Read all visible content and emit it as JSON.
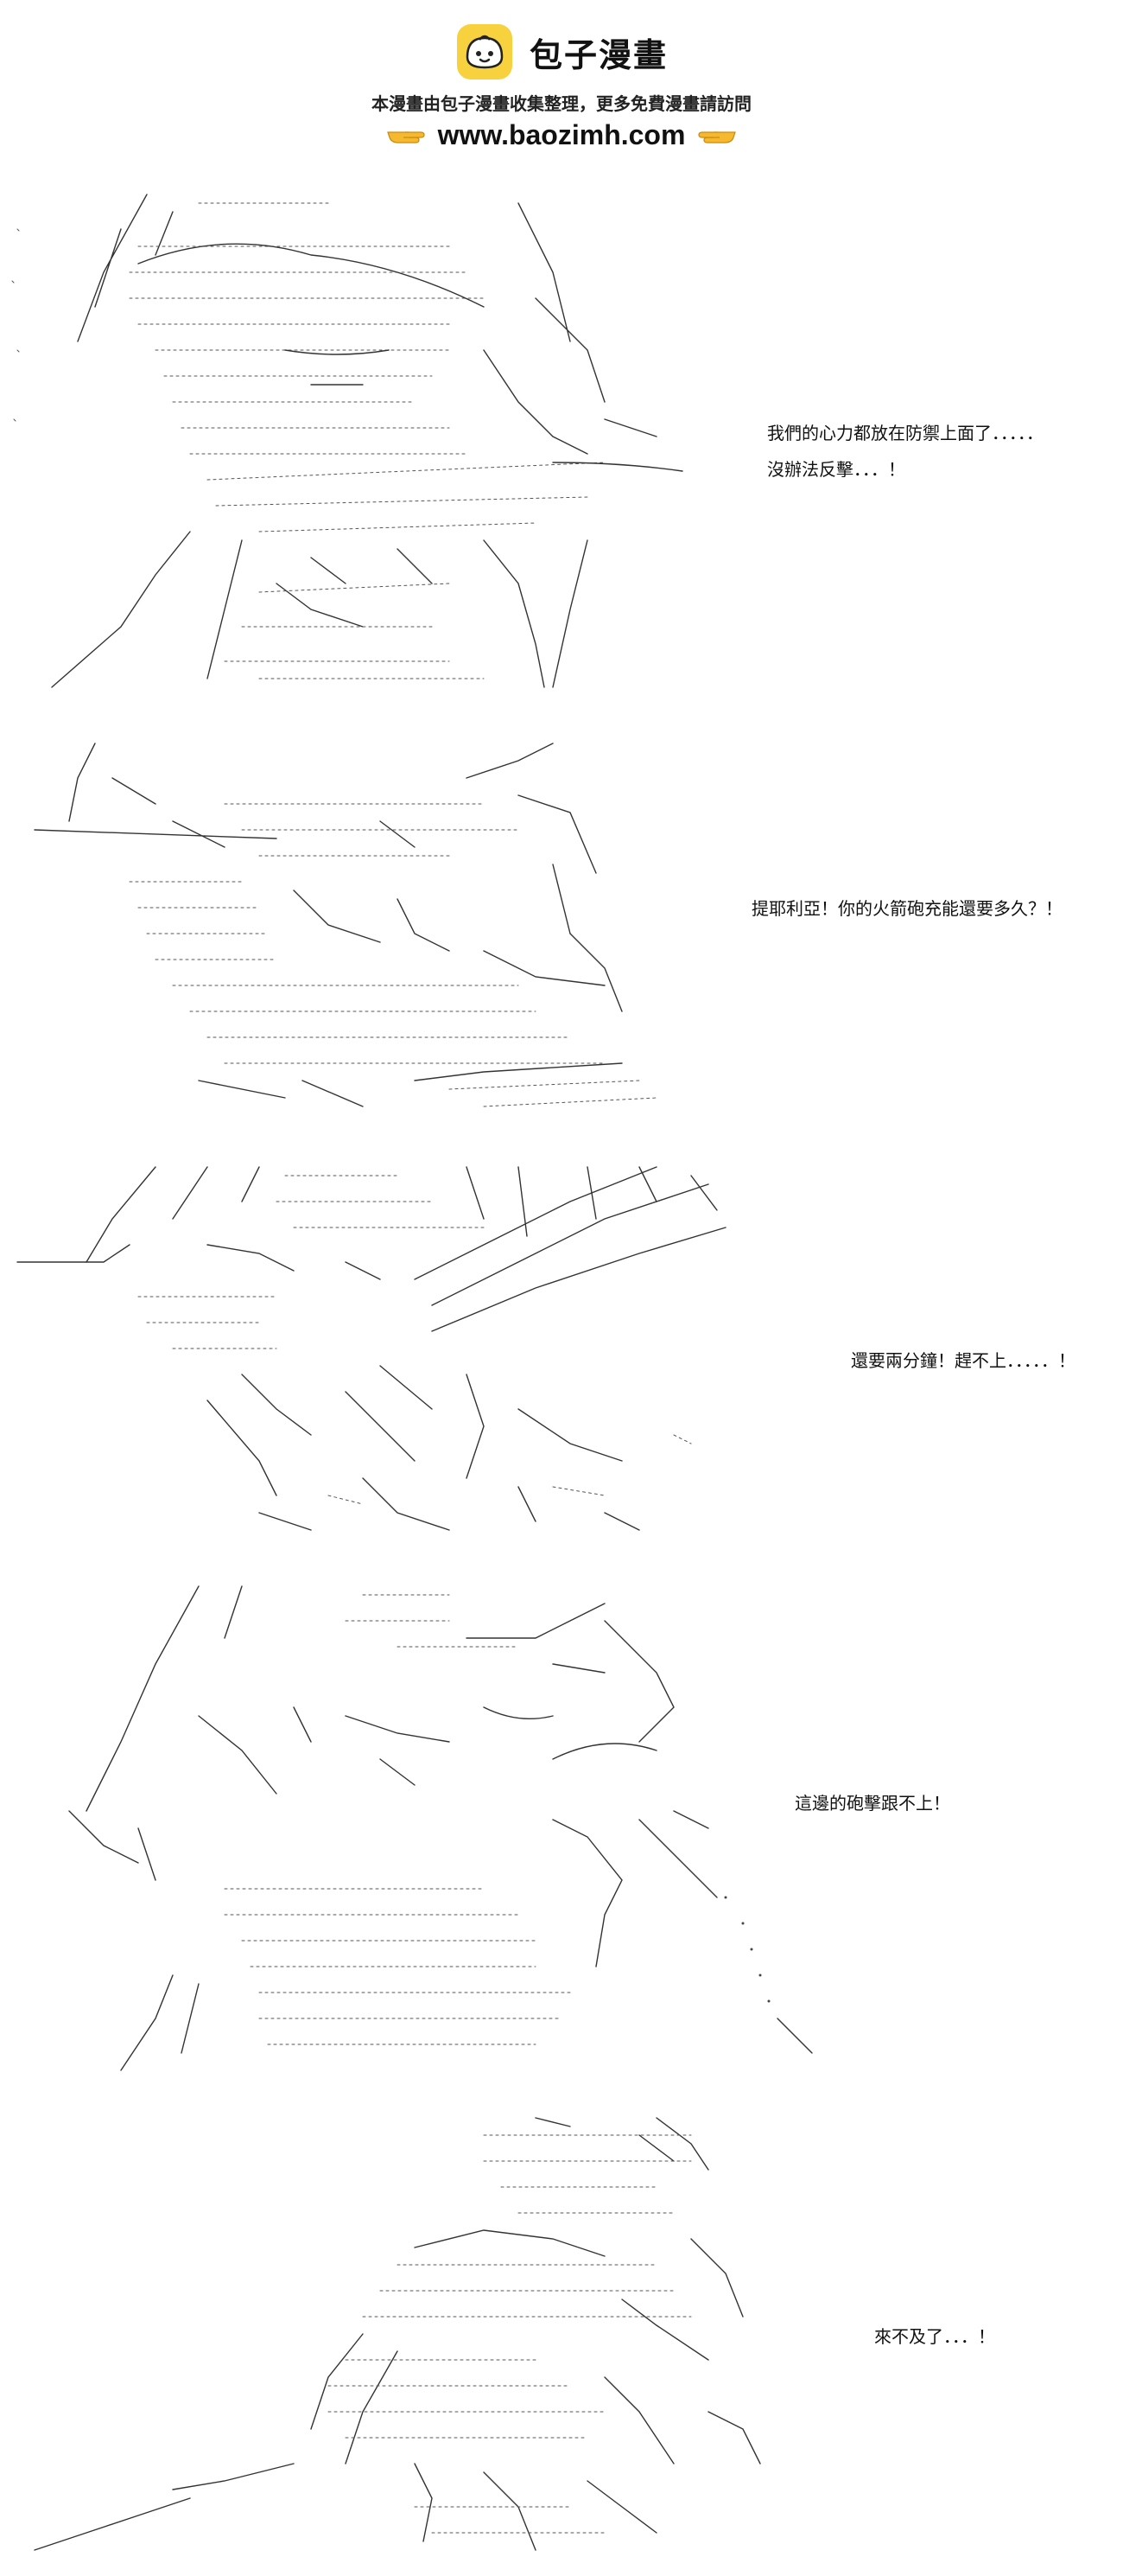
{
  "header": {
    "site_name": "包子漫畫",
    "notice": "本漫畫由包子漫畫收集整理，更多免費漫畫請訪問",
    "url": "www.baozimh.com",
    "logo_icon": "bun-face-icon",
    "pointer_icon": "pointing-hand-icon",
    "colors": {
      "logo_yellow": "#f7d23e",
      "hand_yellow": "#f5b82e"
    }
  },
  "panels": [
    {
      "id": "panel-1",
      "lines": [
        "我們的心力都放在防禦上面了．．．．．",
        "沒辦法反擊．．．！"
      ]
    },
    {
      "id": "panel-2",
      "lines": [
        "提耶利亞！你的火箭砲充能還要多久？！"
      ]
    },
    {
      "id": "panel-3",
      "lines": [
        "還要兩分鐘！趕不上．．．．．！"
      ]
    },
    {
      "id": "panel-4",
      "lines": [
        "這邊的砲擊跟不上！"
      ]
    },
    {
      "id": "panel-5",
      "lines": [
        "來不及了．．．！"
      ]
    }
  ]
}
